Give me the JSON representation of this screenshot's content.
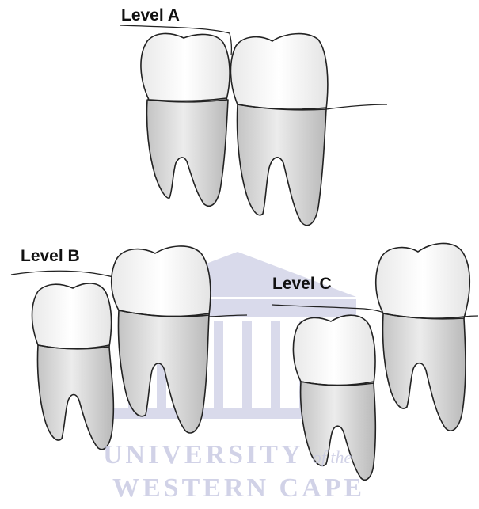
{
  "labels": {
    "level_a": "Level A",
    "level_b": "Level B",
    "level_c": "Level C"
  },
  "watermark": {
    "line1_main": "UNIVERSITY",
    "line1_suffix": "of the",
    "line2": "WESTERN CAPE",
    "color": "#c9cbe3"
  },
  "colors": {
    "crown": "#f7f7f7",
    "root": "#d6d6d6",
    "outline": "#222222"
  }
}
